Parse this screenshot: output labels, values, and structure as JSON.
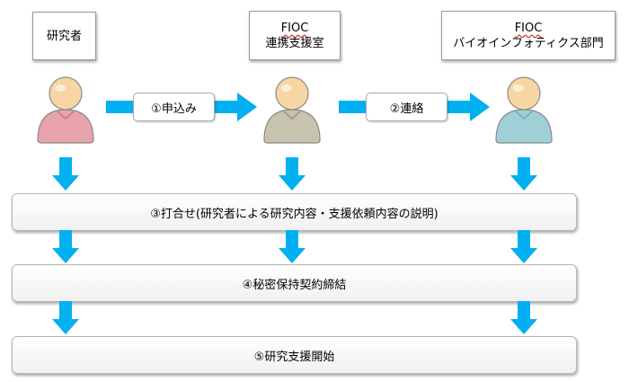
{
  "actors": [
    {
      "name_lines": [
        "研究者"
      ],
      "color": "#e8a3ac",
      "dark": "#c9828c"
    },
    {
      "name_lines": [
        "FIOC",
        "連携支援室"
      ],
      "color": "#c8c3ae",
      "dark": "#a5a08b"
    },
    {
      "name_lines": [
        "FIOC",
        "バイオインフォティクス部門"
      ],
      "color": "#9fd0d7",
      "dark": "#7fb3bb"
    }
  ],
  "flow_labels": [
    "①申込み",
    "②連絡"
  ],
  "steps": [
    "③打合せ(研究者による研究内容・支援依頼内容の説明)",
    "④秘密保持契約締結",
    "⑤研究支援開始"
  ],
  "colors": {
    "arrow": "#00b0f0",
    "skin": "#f7d6a3",
    "outline": "#8a8a8a"
  }
}
